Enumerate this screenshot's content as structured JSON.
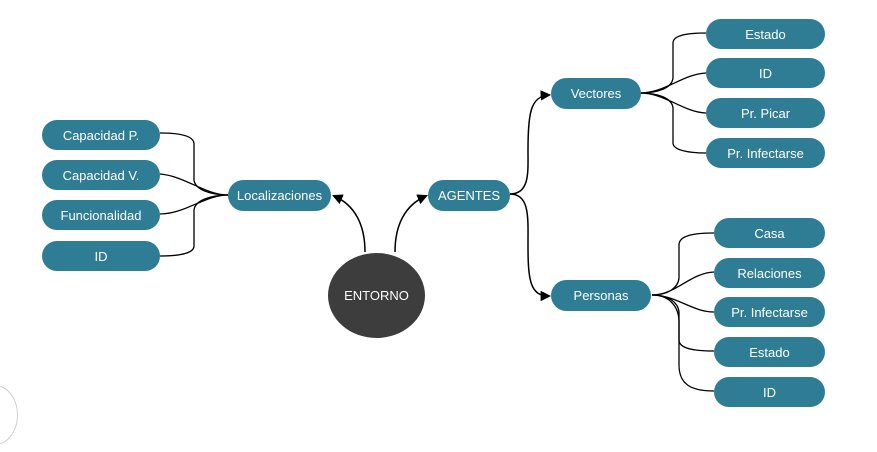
{
  "root": "ENTORNO",
  "left": {
    "label": "Localizaciones",
    "children": [
      "Capacidad P.",
      "Capacidad V.",
      "Funcionalidad",
      "ID"
    ]
  },
  "right": {
    "label": "AGENTES",
    "groups": [
      {
        "label": "Vectores",
        "children": [
          "Estado",
          "ID",
          "Pr. Picar",
          "Pr. Infectarse"
        ]
      },
      {
        "label": "Personas",
        "children": [
          "Casa",
          "Relaciones",
          "Pr. Infectarse",
          "Estado",
          "ID"
        ]
      }
    ]
  },
  "colors": {
    "node": "#2f7d94",
    "root": "#3d3d3d",
    "line": "#000000",
    "text": "#ffffff"
  }
}
